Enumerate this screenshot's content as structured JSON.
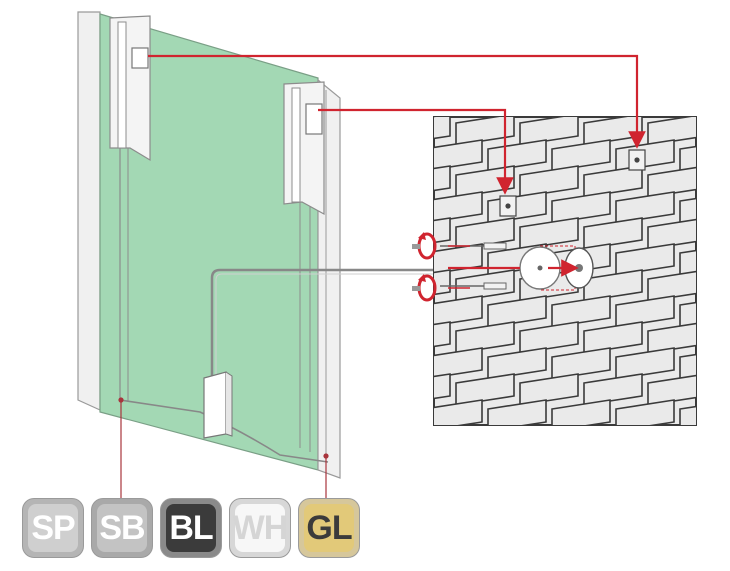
{
  "colors": {
    "panel_green": "#a3d8b4",
    "arrow_red": "#d0242f",
    "brick_fill": "#eaeaea",
    "mortar": "#3a3a3a",
    "frame_white": "#f4f4f4",
    "outline_gray": "#8c8c8c"
  },
  "icons": [
    "rotate-arrow-icon",
    "screw-icon",
    "plug-icon",
    "wall-bracket-icon"
  ],
  "finishes": [
    {
      "label": "SP",
      "text_color": "#ffffff",
      "bg": "#cfcfcf",
      "ring": "#b5b5b5"
    },
    {
      "label": "SB",
      "text_color": "#ffffff",
      "bg": "#c3c3c3",
      "ring": "#a9a9a9"
    },
    {
      "label": "BL",
      "text_color": "#ffffff",
      "bg": "#3b3b3b",
      "ring": "#8a8a8a"
    },
    {
      "label": "WH",
      "text_color": "#d5d5d5",
      "bg": "#f7f7f7",
      "ring": "#d7d7d7"
    },
    {
      "label": "GL",
      "text_color": "#3b3b3b",
      "bg": "#e2c979",
      "ring": "#d6c79b"
    }
  ]
}
